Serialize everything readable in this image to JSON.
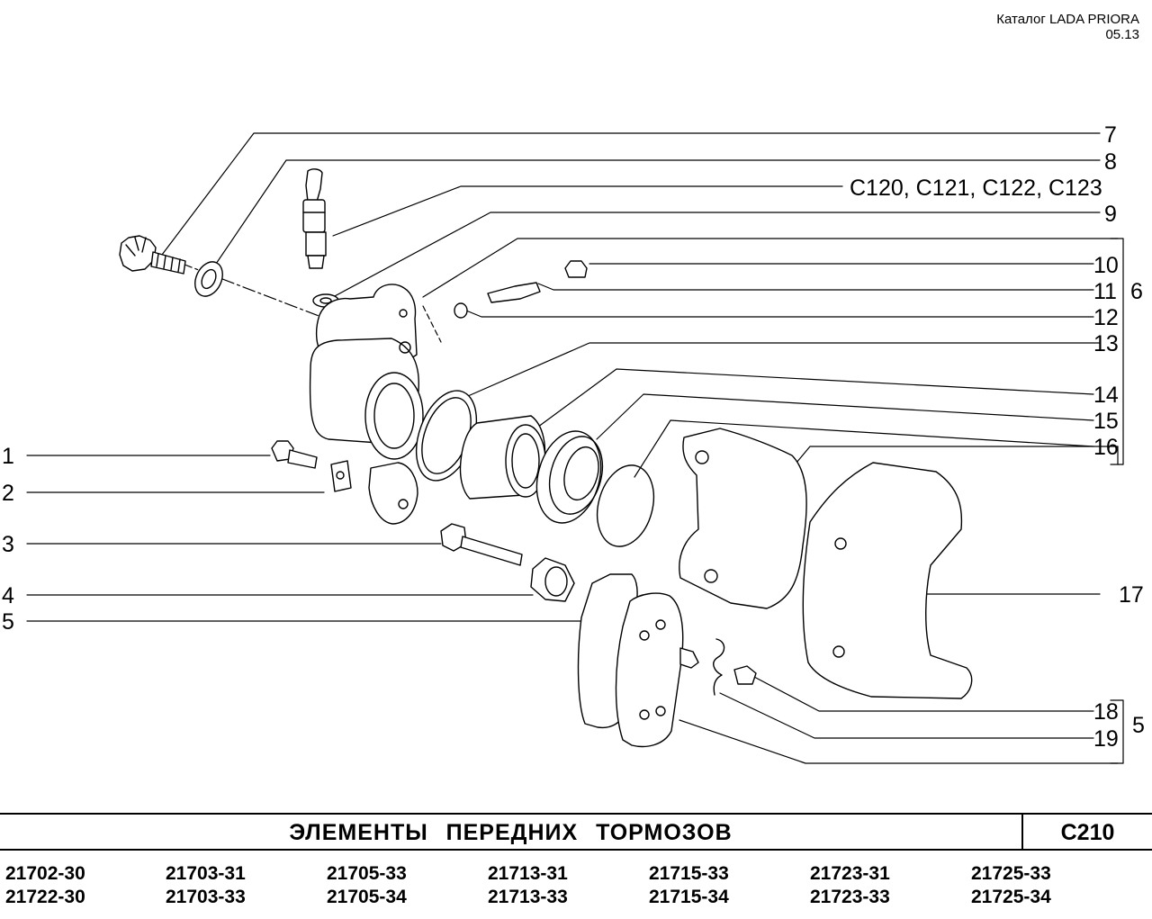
{
  "header": {
    "catalog": "Каталог  LADA  PRIORA",
    "date": "05.13"
  },
  "callouts": {
    "n1": "1",
    "n2": "2",
    "n3": "3",
    "n4": "4",
    "n5": "5",
    "n7": "7",
    "n8": "8",
    "ref": "С120, С121, С122, С123",
    "n9": "9",
    "n10": "10",
    "n11": "11",
    "n12": "12",
    "n13": "13",
    "n14": "14",
    "n15": "15",
    "n16": "16",
    "n17": "17",
    "n18": "18",
    "n19": "19",
    "group6": "6",
    "group5": "5"
  },
  "title": "ЭЛЕМЕНТЫ  ПЕРЕДНИХ  ТОРМОЗОВ",
  "code": "С210",
  "models": [
    [
      "21702-30",
      "21722-30"
    ],
    [
      "21703-31",
      "21703-33"
    ],
    [
      "21705-33",
      "21705-34"
    ],
    [
      "21713-31",
      "21713-33"
    ],
    [
      "21715-33",
      "21715-34"
    ],
    [
      "21723-31",
      "21723-33"
    ],
    [
      "21725-33",
      "21725-34"
    ]
  ]
}
